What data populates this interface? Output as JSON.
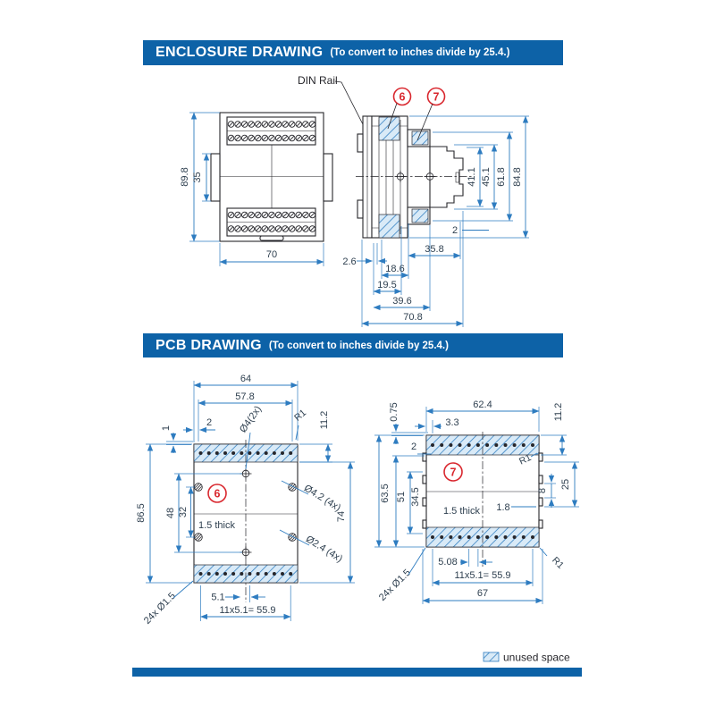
{
  "colors": {
    "accent_blue": "#0d62a7",
    "dimension_blue": "#2e7cc0",
    "line_dark": "#26262b",
    "callout_red": "#d9272e",
    "hatch_fill": "#d9eaf7"
  },
  "enclosure": {
    "title": "ENCLOSURE DRAWING",
    "subtitle": "(To convert to inches divide by 25.4.)",
    "din_rail": "DIN Rail",
    "front": {
      "h898": "89.8",
      "h35": "35",
      "w70": "70"
    },
    "side": {
      "c6": "6",
      "c7": "7",
      "d411": "41.1",
      "d451": "45.1",
      "d618": "61.8",
      "d848": "84.8",
      "d2": "2",
      "d26": "2.6",
      "d358": "35.8",
      "d186": "18.6",
      "d195": "19.5",
      "d396": "39.6",
      "d708": "70.8"
    }
  },
  "pcb": {
    "title": "PCB DRAWING",
    "subtitle": "(To convert to inches divide by 25.4.)",
    "b6": {
      "c": "6",
      "w64": "64",
      "w578": "57.8",
      "d2": "2",
      "d1": "1",
      "hole4": "Ø4(2x)",
      "r1": "R1",
      "h112": "11.2",
      "h865": "86.5",
      "h48": "48",
      "h32": "32",
      "h74": "74",
      "thick": "1.5 thick",
      "hole42": "Ø4.2 (4x)",
      "hole24": "Ø2.4 (4x)",
      "holes24": "24x Ø1.5",
      "p51": "5.1",
      "row": "11x5.1= 55.9"
    },
    "b7": {
      "c": "7",
      "d075": "0.75",
      "w624": "62.4",
      "d33": "3.3",
      "h112": "11.2",
      "d2": "2",
      "r1": "R1",
      "h635": "63.5",
      "h51": "51",
      "h345": "34.5",
      "h8": "8",
      "h25": "25",
      "thick": "1.5 thick",
      "d18": "1.8",
      "p508": "5.08",
      "row": "11x5.1= 55.9",
      "w67": "67",
      "holes24": "24x Ø1.5",
      "r1b": "R1"
    }
  },
  "legend": {
    "label": "unused space"
  }
}
